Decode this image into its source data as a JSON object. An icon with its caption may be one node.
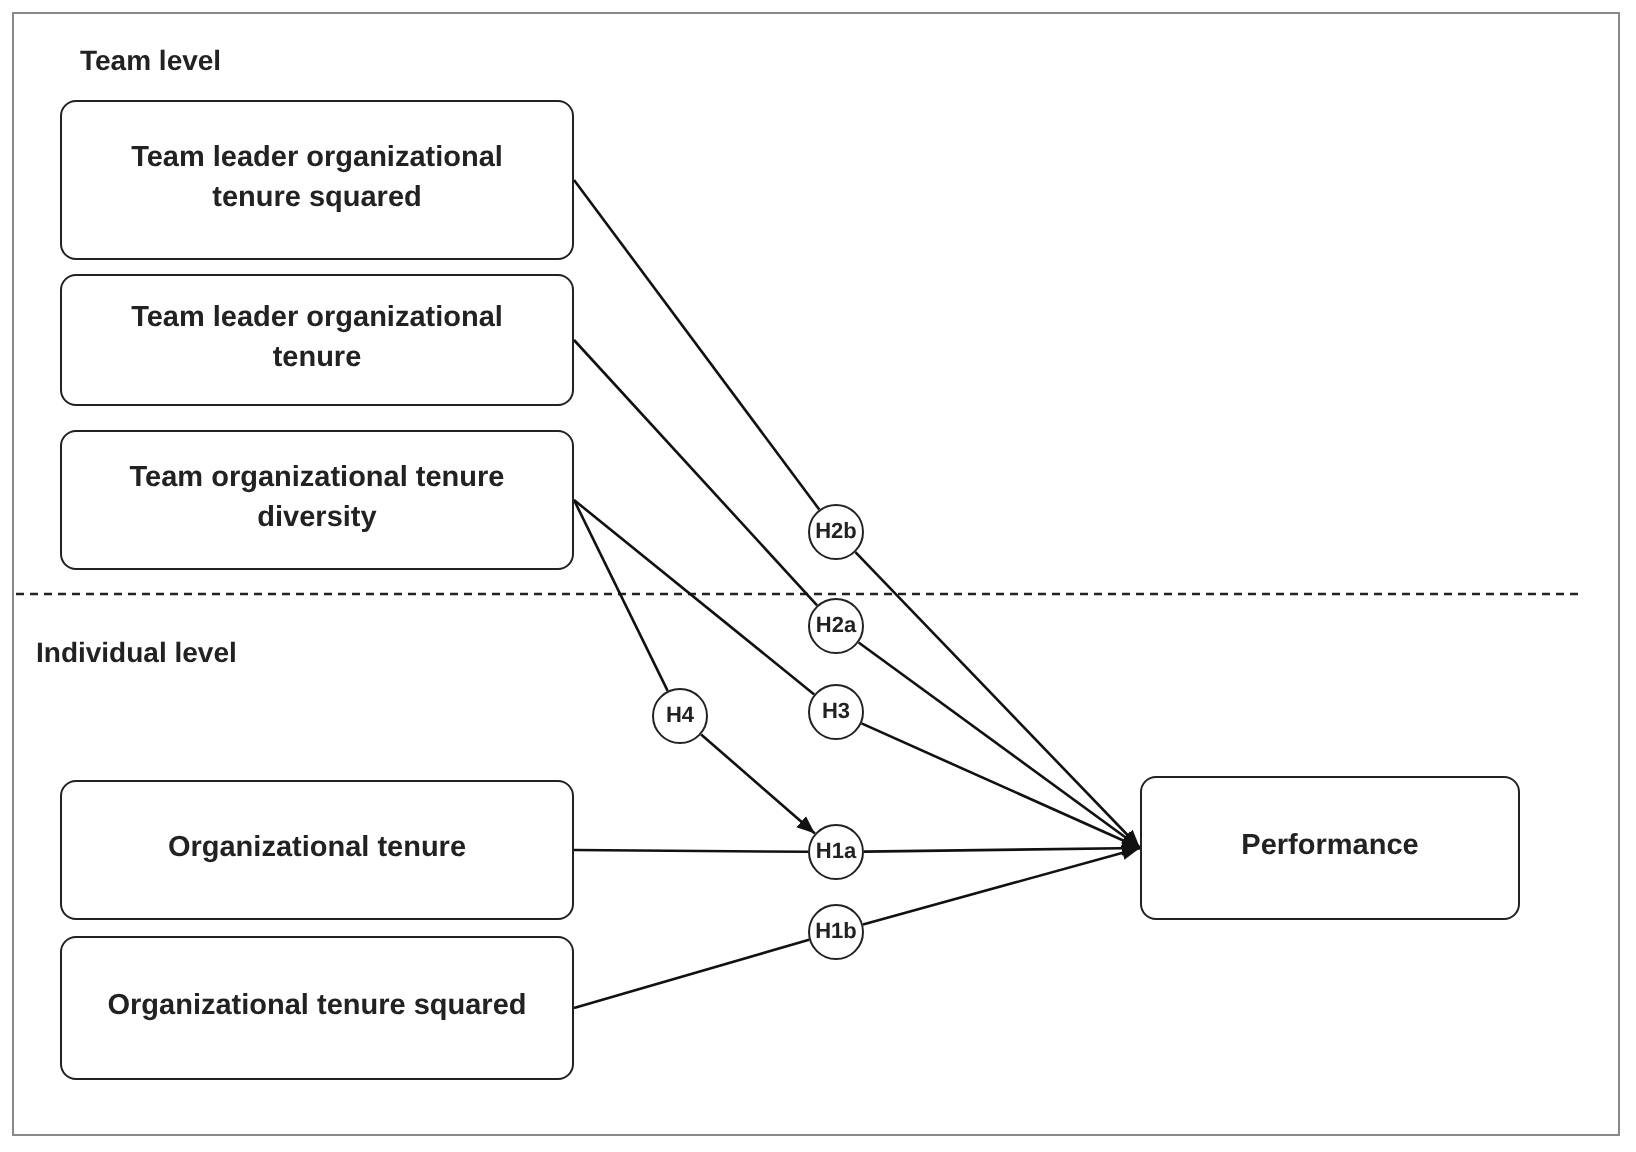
{
  "diagram": {
    "nodes": [
      {
        "text": [
          "Team leader organizational tenure squared"
        ]
      },
      {
        "text": [
          "Team leader organizational tenure"
        ]
      },
      {
        "text": [
          "Team organizational tenure diversity"
        ]
      },
      {
        "text": [
          "Organizational tenure"
        ]
      },
      {
        "text": [
          "Organizational tenure squared"
        ]
      },
      {
        "text": [
          "Performance"
        ]
      },
      {
        "text": [
          "H2b"
        ]
      },
      {
        "text": [
          "H2a"
        ]
      },
      {
        "text": [
          "H3"
        ]
      },
      {
        "text": [
          "H4"
        ]
      },
      {
        "text": [
          "H1a"
        ]
      },
      {
        "text": [
          "H1b"
        ]
      }
    ],
    "edges": [
      {
        "from": 0,
        "to": 6,
        "arrow": "none"
      },
      {
        "from": 6,
        "to": 5,
        "arrow": "to"
      },
      {
        "from": 1,
        "to": 7,
        "arrow": "none"
      },
      {
        "from": 7,
        "to": 5,
        "arrow": "to"
      },
      {
        "from": 2,
        "to": 8,
        "arrow": "none"
      },
      {
        "from": 8,
        "to": 5,
        "arrow": "to"
      },
      {
        "from": 2,
        "to": 9,
        "arrow": "none"
      },
      {
        "from": 9,
        "to": 10,
        "arrow": "to"
      },
      {
        "from": 3,
        "to": 10,
        "arrow": "none"
      },
      {
        "from": 10,
        "to": 5,
        "arrow": "to"
      },
      {
        "from": 4,
        "to": 11,
        "arrow": "none"
      },
      {
        "from": 11,
        "to": 5,
        "arrow": "to"
      }
    ],
    "labels": [
      "Team level",
      "Individual level"
    ]
  }
}
